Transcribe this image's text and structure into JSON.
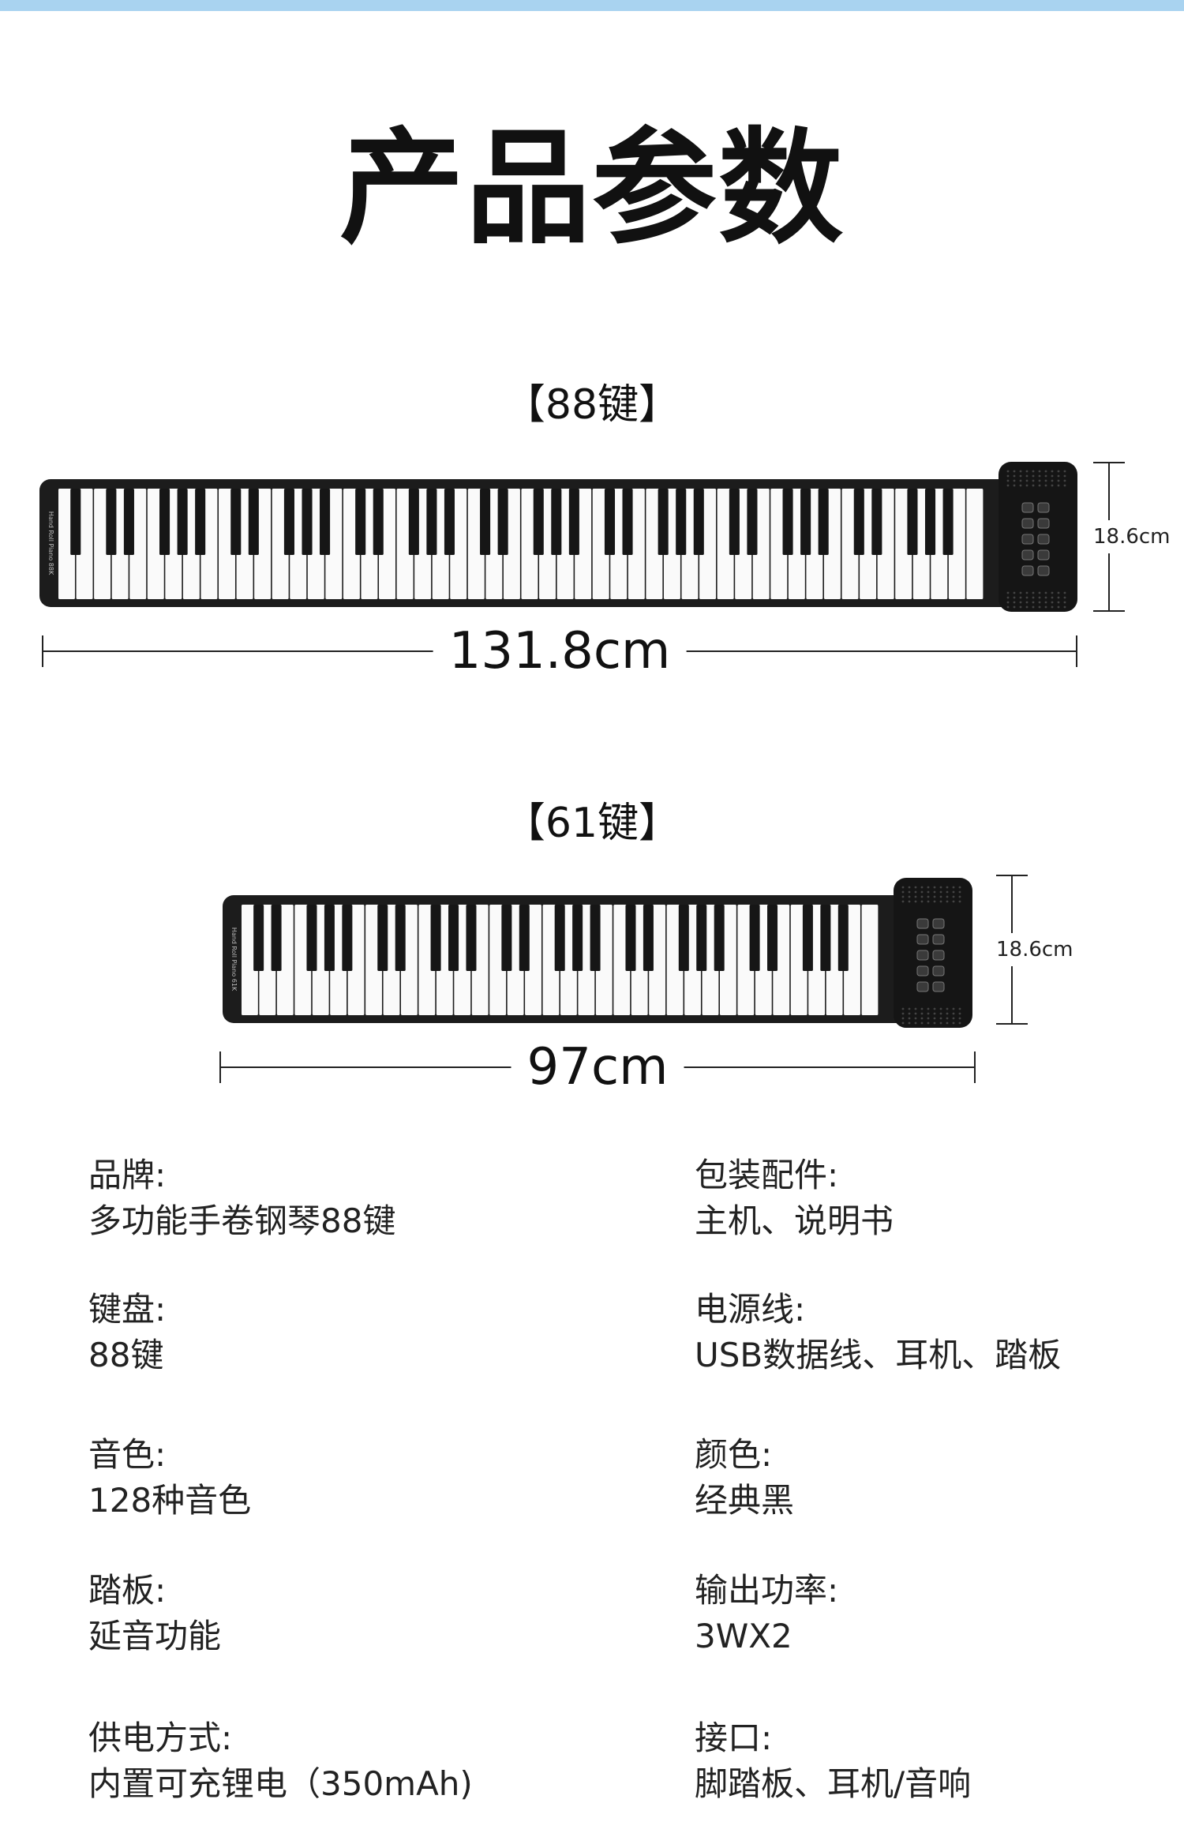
{
  "title": "产品参数",
  "variants": [
    {
      "label": "【88键】",
      "width": "131.8cm",
      "height": "18.6cm",
      "keys": 88,
      "brand_print": "Hand Roll Piano 88K"
    },
    {
      "label": "【61键】",
      "width": "97cm",
      "height": "18.6cm",
      "keys": 61,
      "brand_print": "Hand Roll Piano 61K"
    }
  ],
  "specs": [
    {
      "label": "品牌:",
      "value": "多功能手卷钢琴88键"
    },
    {
      "label": "包装配件:",
      "value": "主机、说明书"
    },
    {
      "label": "键盘:",
      "value": "88键"
    },
    {
      "label": "电源线:",
      "value": "USB数据线、耳机、踏板"
    },
    {
      "label": "音色:",
      "value": "128种音色"
    },
    {
      "label": "颜色:",
      "value": "经典黑"
    },
    {
      "label": "踏板:",
      "value": "延音功能"
    },
    {
      "label": "输出功率:",
      "value": "3WX2"
    },
    {
      "label": "供电方式:",
      "value": "内置可充锂电（350mAh)"
    },
    {
      "label": "接口:",
      "value": "脚踏板、耳机/音响"
    }
  ],
  "colors": {
    "accent_bar": "#a9d3f0",
    "piano_body": "#1c1c1c"
  }
}
